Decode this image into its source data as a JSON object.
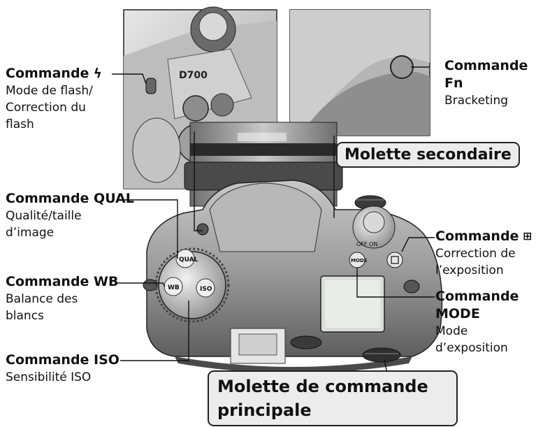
{
  "labels": {
    "flash": {
      "title": "Commande ",
      "symbol": "ϟ",
      "lines": [
        "Mode de flash/",
        "Correction du",
        "flash"
      ]
    },
    "fn": {
      "title_line1": "Commande",
      "title_line2": "Fn",
      "sub": "Bracketing"
    },
    "molette_secondaire": "Molette secondaire",
    "qual": {
      "title": "Commande QUAL",
      "lines": [
        "Qualité/taille",
        "d’image"
      ]
    },
    "exposure_comp": {
      "title": "Commande ",
      "symbol": "⊞",
      "lines": [
        "Correction de",
        "l’exposition"
      ]
    },
    "wb": {
      "title": "Commande WB",
      "lines": [
        "Balance des",
        "blancs"
      ]
    },
    "mode": {
      "title_line1": "Commande",
      "title_line2": "MODE",
      "lines": [
        "Mode",
        "d’exposition"
      ]
    },
    "iso": {
      "title": "Commande ISO",
      "sub": "Sensibilité ISO"
    },
    "molette_principale": [
      "Molette de commande",
      "principale"
    ]
  },
  "camera": {
    "model_text": "D700",
    "button_qual": "QUAL",
    "button_wb": "WB",
    "button_iso": "ISO",
    "button_mode": "MODE",
    "switch_text": "OFF  ON",
    "hotshoe_text": "",
    "colors": {
      "body": "#9a9a9a",
      "dark": "#3a3a3a",
      "light": "#d8d8d8",
      "bg": "#ffffff"
    }
  }
}
